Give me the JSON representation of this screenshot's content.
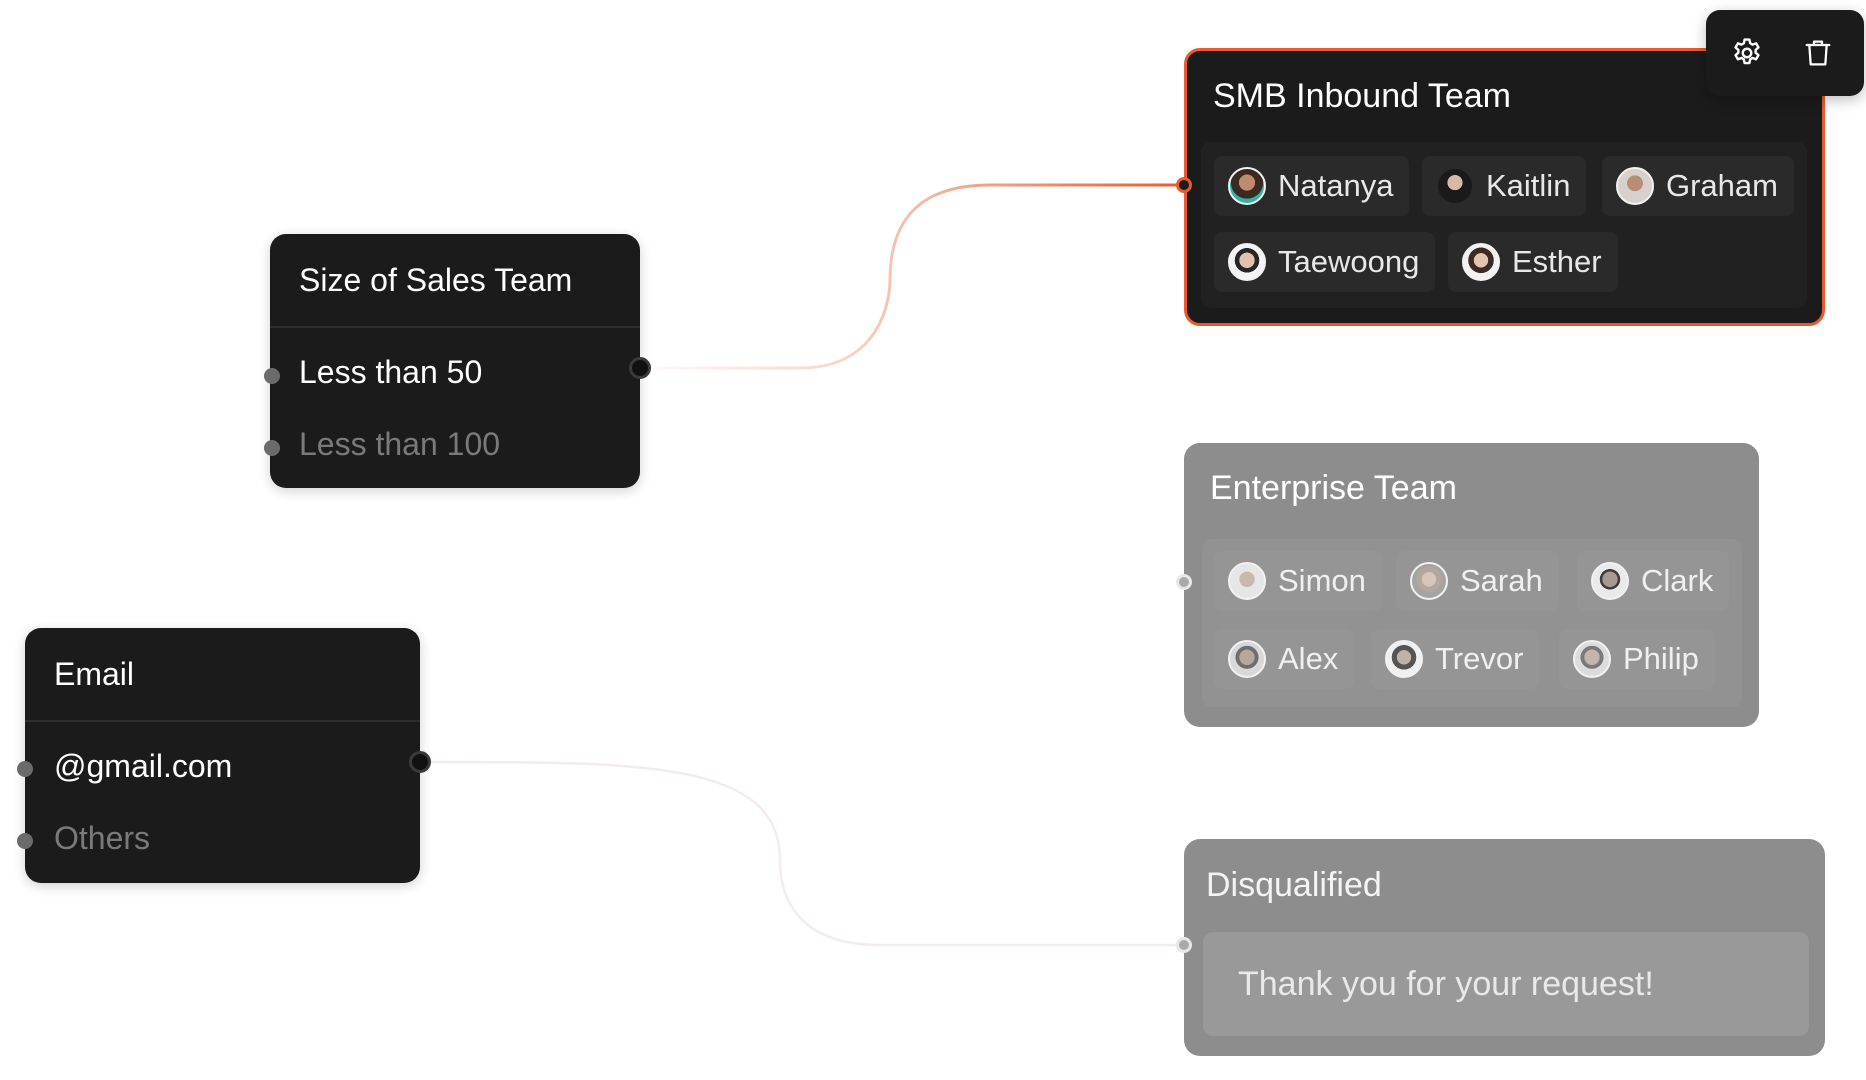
{
  "colors": {
    "node_bg": "#1c1b1c",
    "accent": "#e85b2c",
    "inactive_team_bg": "#8d8d8d",
    "canvas_bg": "#ffffff"
  },
  "nodes": {
    "sales": {
      "title": "Size of Sales Team",
      "options": [
        "Less than 50",
        "Less than 100"
      ],
      "selected": "Less than 50"
    },
    "email": {
      "title": "Email",
      "options": [
        "@gmail.com",
        "Others"
      ],
      "selected": "@gmail.com"
    }
  },
  "teams": {
    "smb": {
      "title": "SMB Inbound Team",
      "status": "selected",
      "members": [
        "Natanya",
        "Kaitlin",
        "Graham",
        "Taewoong",
        "Esther"
      ]
    },
    "enterprise": {
      "title": "Enterprise Team",
      "status": "inactive",
      "members": [
        "Simon",
        "Sarah",
        "Clark",
        "Alex",
        "Trevor",
        "Philip"
      ]
    },
    "disqualified": {
      "title": "Disqualified",
      "status": "inactive",
      "message": "Thank you for your request!"
    }
  },
  "toolbar": {
    "icons": [
      "gear-icon",
      "trash-icon"
    ]
  },
  "connections": [
    {
      "from": "Less than 50",
      "to": "SMB Inbound Team",
      "style": "highlighted-gradient"
    },
    {
      "from": "@gmail.com",
      "to": "Disqualified",
      "style": "faint"
    }
  ]
}
